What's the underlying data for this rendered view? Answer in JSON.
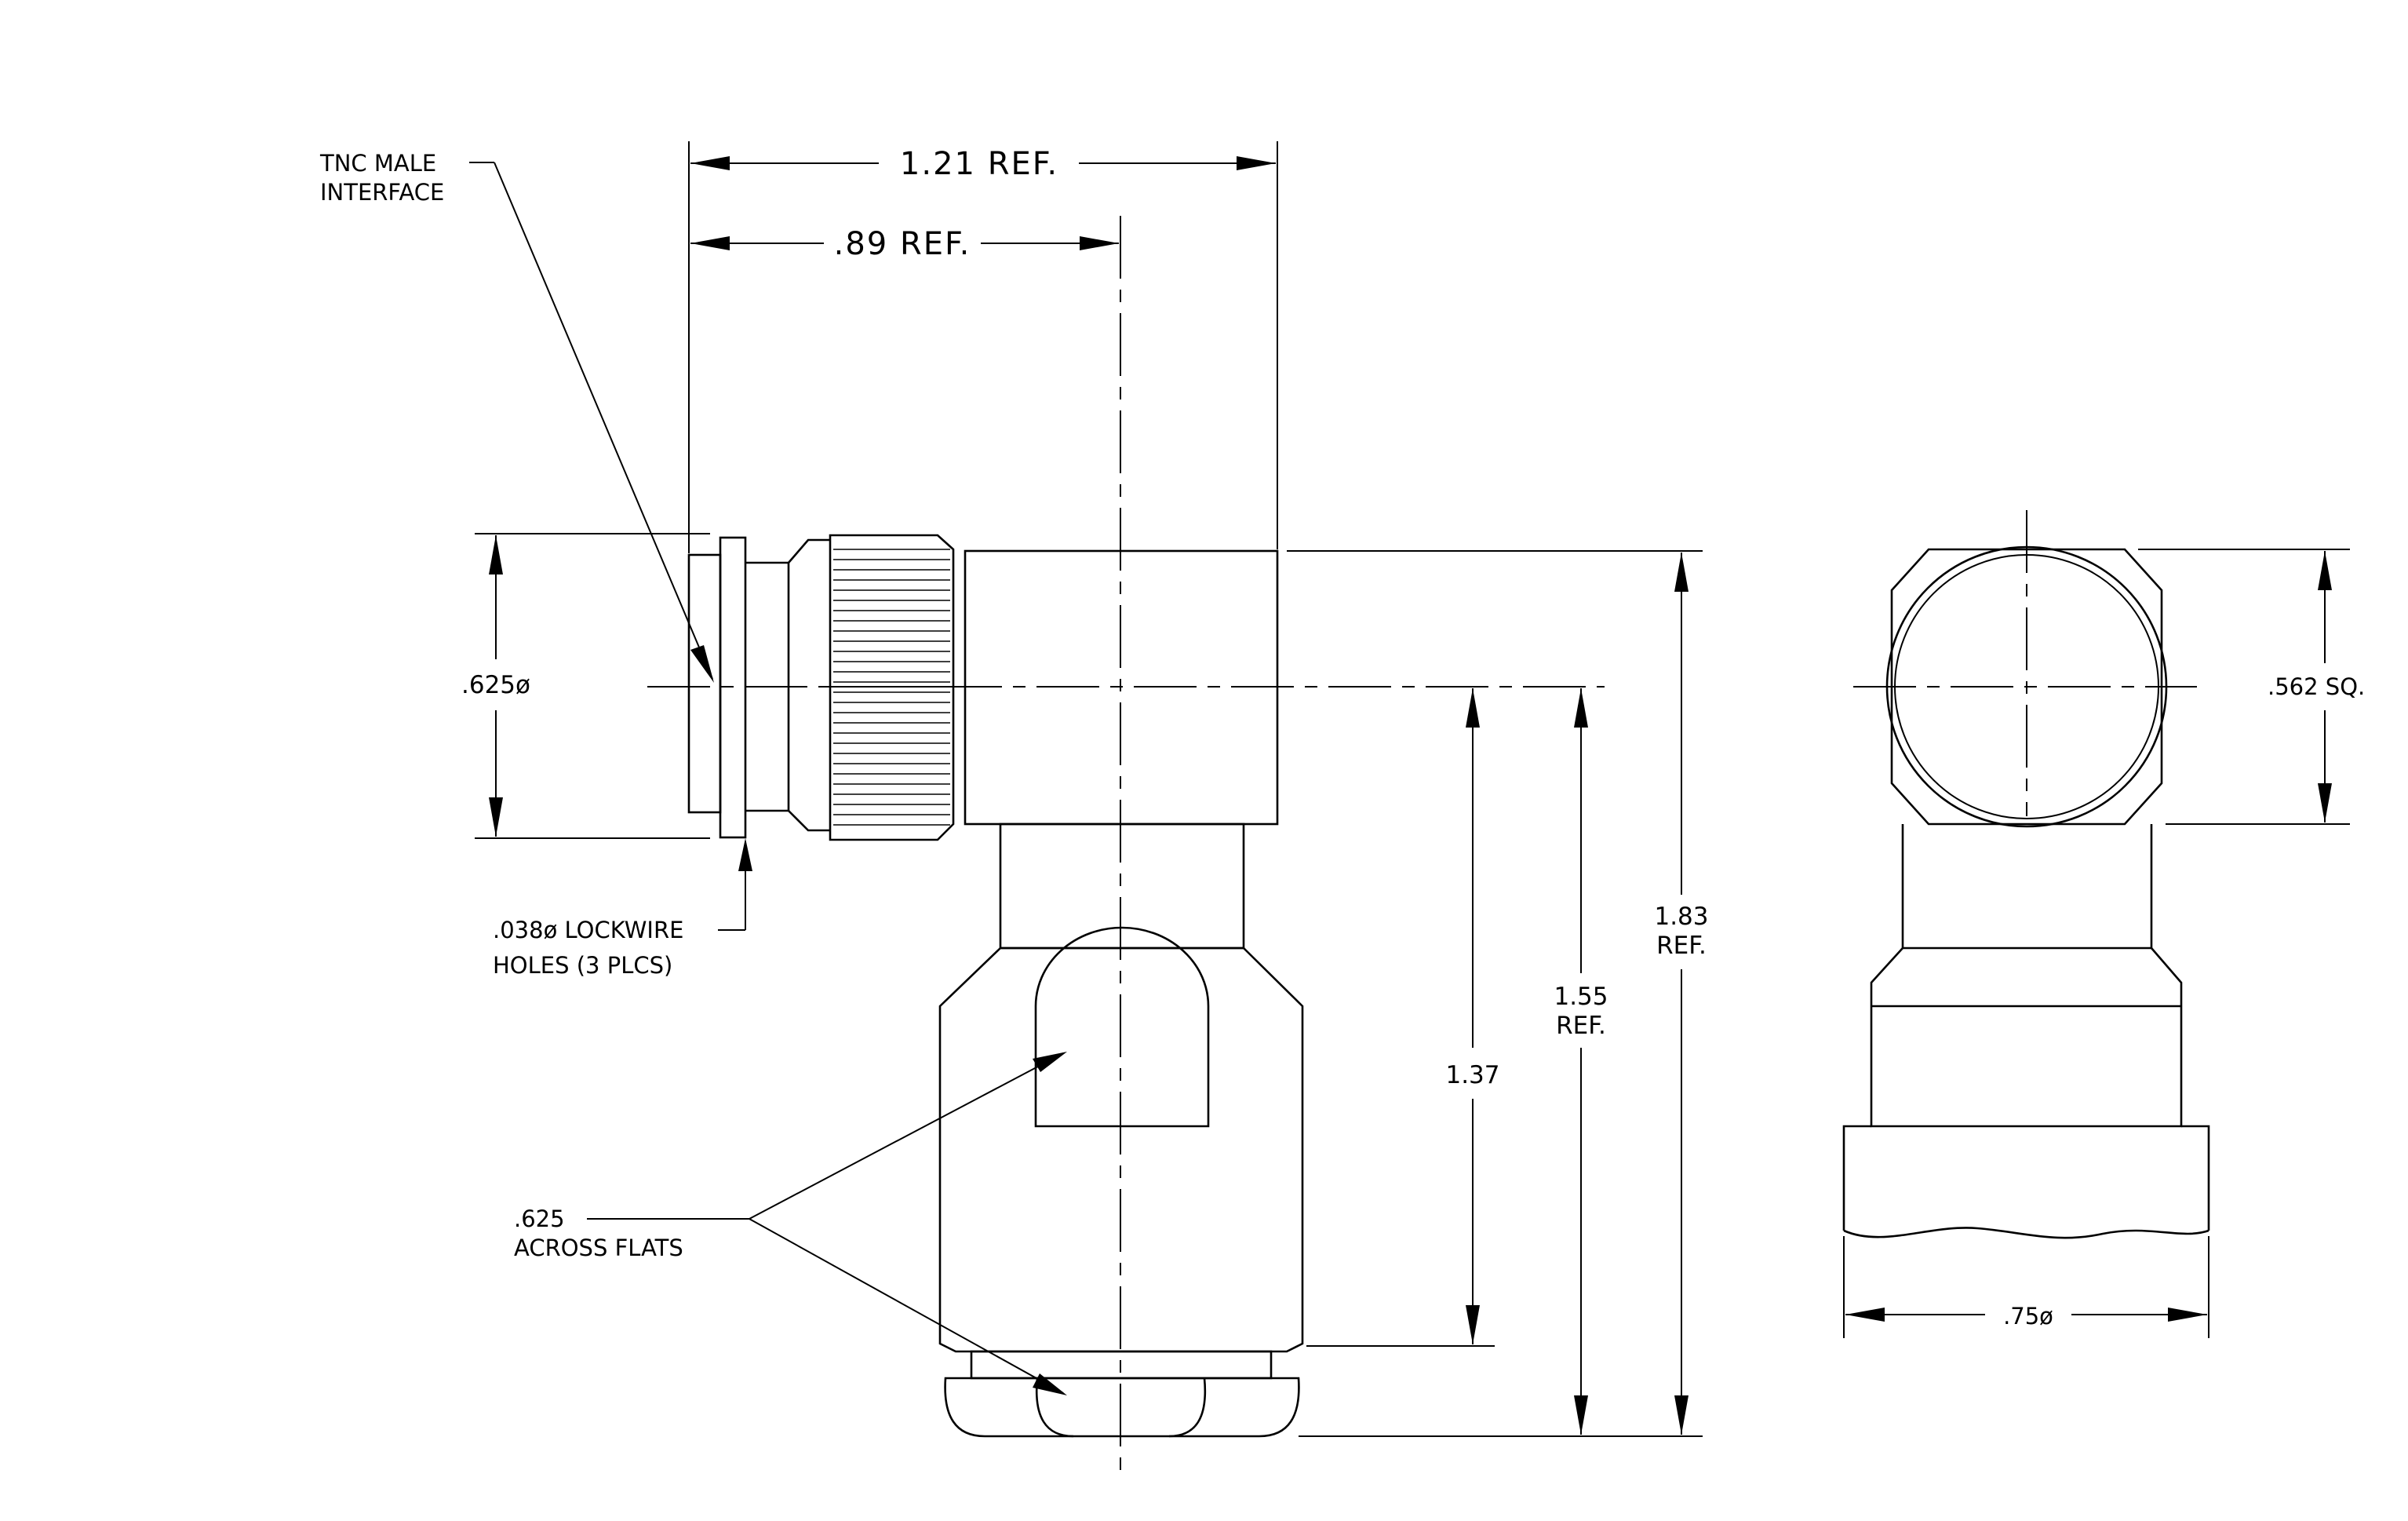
{
  "drawing": {
    "notes": {
      "interface_line1": "TNC MALE",
      "interface_line2": "INTERFACE",
      "lockwire_line1": ".038ø LOCKWIRE",
      "lockwire_line2": "HOLES (3 PLCS)",
      "flats_line1": ".625",
      "flats_line2": "ACROSS FLATS"
    },
    "dimensions": {
      "overall_length": "1.21 REF.",
      "center_length": ".89 REF.",
      "coupling_dia": ".625ø",
      "height_1_37": "1.37",
      "height_1_55_line1": "1.55",
      "height_1_55_line2": "REF.",
      "height_1_83_line1": "1.83",
      "height_1_83_line2": "REF.",
      "body_square": ".562 SQ.",
      "base_dia": ".75ø"
    }
  }
}
